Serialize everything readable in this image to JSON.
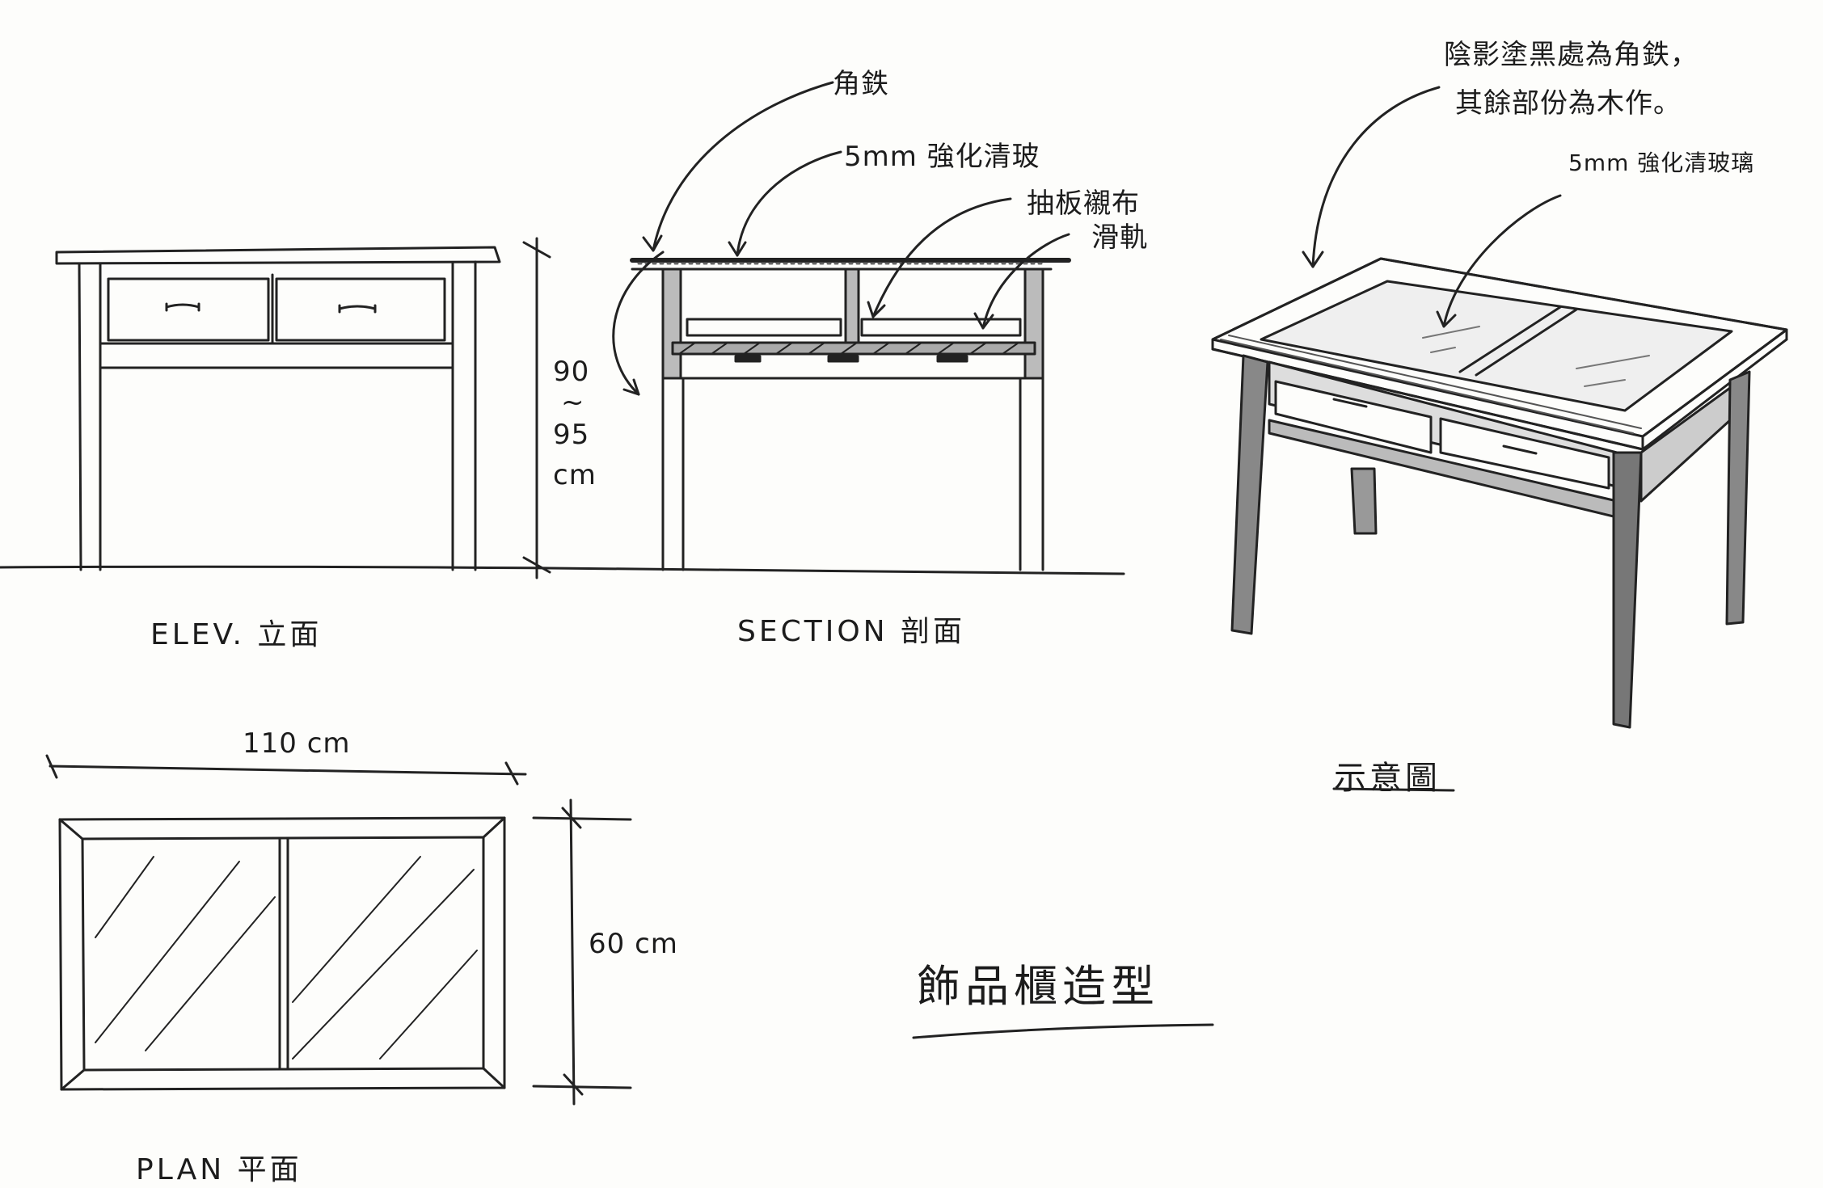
{
  "views": {
    "elevation": "ELEV. 立面",
    "section": "SECTION 剖面",
    "plan": "PLAN 平面",
    "perspective": "示意圖"
  },
  "dimensions": {
    "height_values": [
      "90",
      "~",
      "95",
      "cm"
    ],
    "width": "110 cm",
    "depth": "60 cm"
  },
  "section_notes": {
    "angle_iron": "角鉄",
    "glass": "5mm 強化清玻",
    "drawer_board": "抽板襯布",
    "slide_rail": "滑軌"
  },
  "perspective_notes": {
    "line1": "陰影塗黑處為角鉄，",
    "line2": "其餘部份為木作。",
    "glass": "5mm 強化清玻璃"
  },
  "sheet_title": "飾品櫃造型"
}
